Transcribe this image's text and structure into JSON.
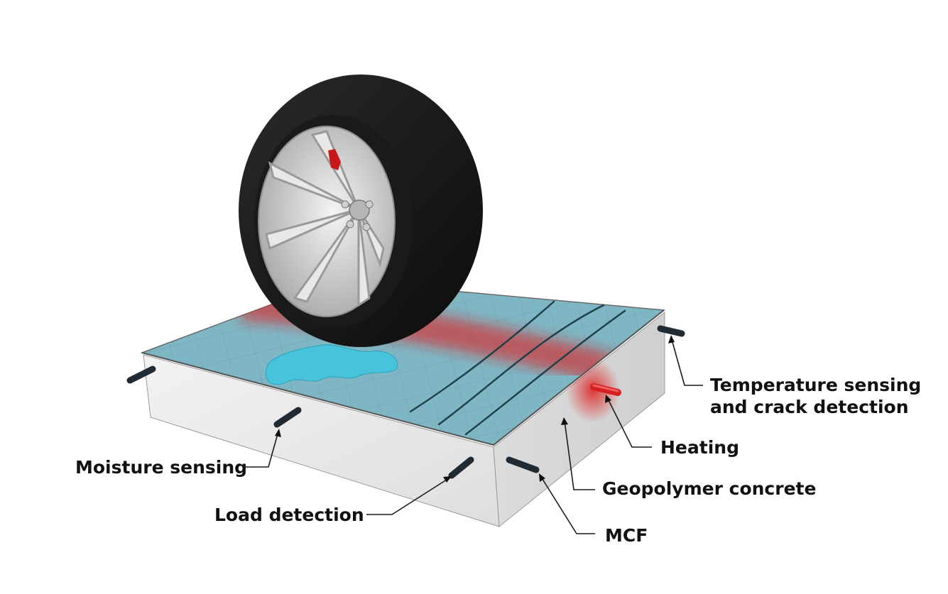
{
  "labels": {
    "temperature_line1": "Temperature sensing",
    "temperature_line2": "and crack detection",
    "heating": "Heating",
    "geopolymer": "Geopolymer concrete",
    "mcf": "MCF",
    "moisture": "Moisture sensing",
    "load": "Load detection"
  },
  "colors": {
    "surface": "#7fb6c4",
    "heat": "#e01b1b",
    "water": "#3ec6e0",
    "concrete": "#e9e9e9",
    "tire": "#141414",
    "rim": "#d6d6d6",
    "fiber": "#1f2a33",
    "heater": "#d42020"
  }
}
